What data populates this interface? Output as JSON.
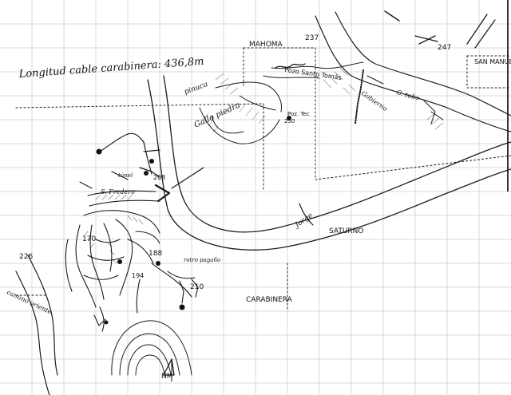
{
  "title_note": "Longitud cable carabinera: 436,8m",
  "places": {
    "mahoma": "MAHOMA",
    "pozo_santo_tomas": "Pozo Santo Tomás",
    "san_manuel": "SAN MANUEL",
    "saturno": "SATURNO",
    "carabinera": "CARABINERA",
    "pico_tec": "Poz. Tec",
    "pinuca": "pinuca",
    "galo_piedra": "Gallo piedra",
    "tunel": "túnel",
    "gobierno": "Gobierno",
    "jorge": "Jorge",
    "gu_tubo": "G. tubo",
    "san_fredero": "S. Fredero",
    "rotro_pagano": "rotro pagaño",
    "camino_oriente": "camino oriente",
    "north_arrow": "NM"
  },
  "depths": {
    "d237": "237",
    "d247": "247",
    "d250": "250",
    "d208": "208",
    "d170": "170",
    "d188": "188",
    "d194": "194",
    "d210": "210",
    "d226": "226"
  },
  "icons": {
    "north_arrow": "north-arrow-icon"
  }
}
